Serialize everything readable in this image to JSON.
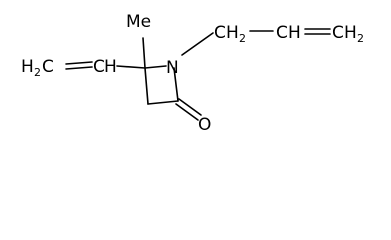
{
  "labels": {
    "methyl": "Me",
    "nitrogen": "N",
    "oxygen": "O",
    "h": "H",
    "c": "C",
    "sub2": "2"
  }
}
